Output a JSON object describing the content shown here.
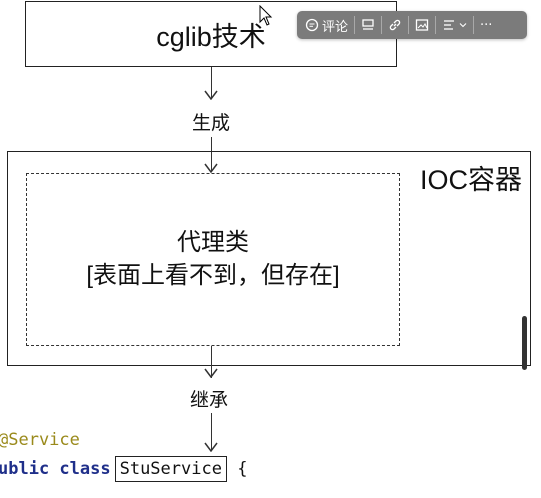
{
  "diagram": {
    "top_box_label": "cglib技术",
    "arrow_label_generate": "生成",
    "container_title": "IOC容器",
    "proxy_line1": "代理类",
    "proxy_line2": "[表面上看不到，但存在]",
    "arrow_label_inherit": "继承"
  },
  "code": {
    "annotation": "@Service",
    "keywords": "ublic class",
    "class_name": "StuService",
    "brace": "{"
  },
  "toolbar": {
    "comment_label": "评论",
    "more_label": "···"
  }
}
